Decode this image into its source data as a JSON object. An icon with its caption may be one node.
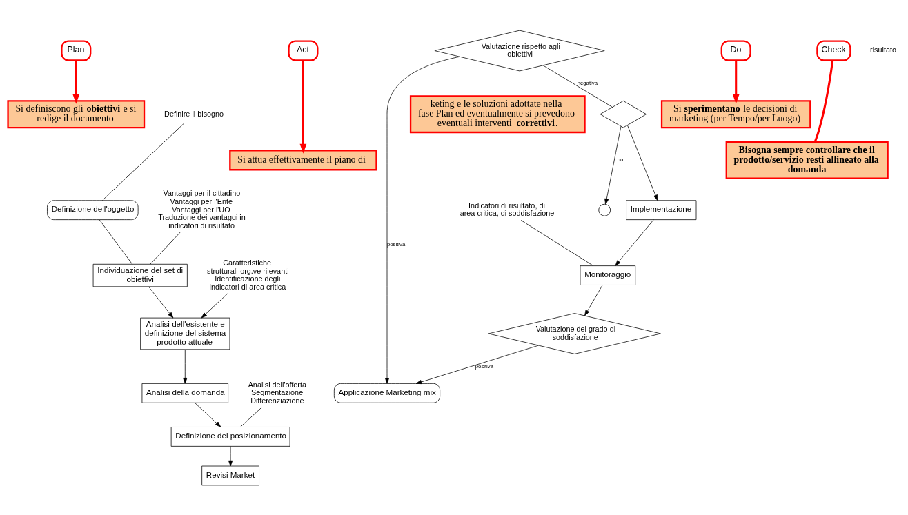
{
  "diagram": {
    "nodes": [
      {
        "text": [
          "Plan"
        ]
      },
      {
        "text": [
          "Do"
        ]
      },
      {
        "text": [
          "Check"
        ]
      },
      {
        "text": [
          "Act"
        ]
      },
      {
        "text": [
          "Definizione dell'oggetto"
        ]
      },
      {
        "text": [
          "Individuazione del set di obiettivi"
        ]
      },
      {
        "text": [
          "Analisi dell'esistente e definizione del sistema prodotto attuale"
        ]
      },
      {
        "text": [
          "Analisi della domanda"
        ]
      },
      {
        "text": [
          "Definizione del posizionamento"
        ]
      },
      {
        "text": [
          "Revisi Market"
        ]
      },
      {
        "text": [
          "Implementazione"
        ]
      },
      {
        "text": [
          "Monitoraggio"
        ]
      },
      {
        "text": [
          "Applicazione Marketing mix"
        ]
      },
      {
        "text": [],
        "shape": "diamond"
      },
      {
        "text": [
          "Valutazione rispetto agli obiettivi"
        ]
      },
      {
        "text": [
          "Valutazione del grado di soddisfazione"
        ]
      },
      {
        "text": [],
        "shape": "circle"
      },
      {
        "text": [
          "Si attua effettivamente il piano di"
        ]
      },
      {
        "text": [
          "Bisogna sempre controllare che il prodotto/servizio resti allineato alla domanda"
        ]
      },
      {
        "text": [
          "keting e le soluzioni adottate nella fase Plan ed eventualmente si prevedono eventuali interventi **correttivi**."
        ]
      },
      {
        "text": [
          "Si **sperimentano** le decisioni di marketing (per Tempo/per Luogo)"
        ]
      },
      {
        "text": [
          "Si definiscono gli **obiettivi** e si redige il documento"
        ]
      },
      {
        "text": [
          "Definire il bisogno"
        ]
      },
      {
        "text": [
          "Vantaggi per il cittadino",
          "Vantaggi per l'Ente",
          "Vantaggi per l'UO",
          "Traduzione dei vantaggi in indicatori di risultato"
        ]
      },
      {
        "text": [
          "Caratteristiche strutturali-org.ve rilevanti",
          "Identificazione degli indicatori di area critica"
        ]
      },
      {
        "text": [
          "Analisi dell'offerta",
          "Segmentazione",
          "Differenziazione"
        ]
      },
      {
        "text": [
          "Indicatori di risultato, di area critica, di soddisfazione"
        ]
      }
    ],
    "edges": [
      {
        "from": 4,
        "to": 5,
        "arrow": "none"
      },
      {
        "from": 5,
        "to": 6,
        "arrow": "to"
      },
      {
        "from": 6,
        "to": 7,
        "arrow": "to"
      },
      {
        "from": 7,
        "to": 8,
        "arrow": "to"
      },
      {
        "from": 8,
        "to": 9,
        "arrow": "to"
      },
      {
        "from": 22,
        "to": 4,
        "arrow": "none"
      },
      {
        "from": 23,
        "to": 5,
        "arrow": "none"
      },
      {
        "from": 24,
        "to": 6,
        "arrow": "to"
      },
      {
        "from": 25,
        "to": 8,
        "arrow": "none"
      },
      {
        "from": 13,
        "to": 10,
        "arrow": "to"
      },
      {
        "from": 10,
        "to": 11,
        "arrow": "to"
      },
      {
        "from": 26,
        "to": 11,
        "arrow": "none"
      },
      {
        "from": 11,
        "to": 15,
        "arrow": "to"
      },
      {
        "from": 13,
        "to": 16,
        "arrow": "to",
        "label": "no"
      },
      {
        "from": 14,
        "to": 13,
        "arrow": "none",
        "label": "negativa"
      },
      {
        "from": 15,
        "to": 12,
        "arrow": "to",
        "label": "positiva"
      },
      {
        "from": 14,
        "to": 12,
        "arrow": "to",
        "label": "positiva"
      },
      {
        "from": 0,
        "to": 21,
        "arrow": "to",
        "style": "thick",
        "color": "#ff0000"
      },
      {
        "from": 1,
        "to": 20,
        "arrow": "to",
        "style": "thick",
        "color": "#ff0000"
      },
      {
        "from": 2,
        "to": 18,
        "arrow": "none",
        "style": "thick",
        "color": "#ff0000"
      },
      {
        "from": 3,
        "to": 17,
        "arrow": "to",
        "style": "thick",
        "color": "#ff0000"
      }
    ],
    "labels": [
      "risultato"
    ]
  }
}
